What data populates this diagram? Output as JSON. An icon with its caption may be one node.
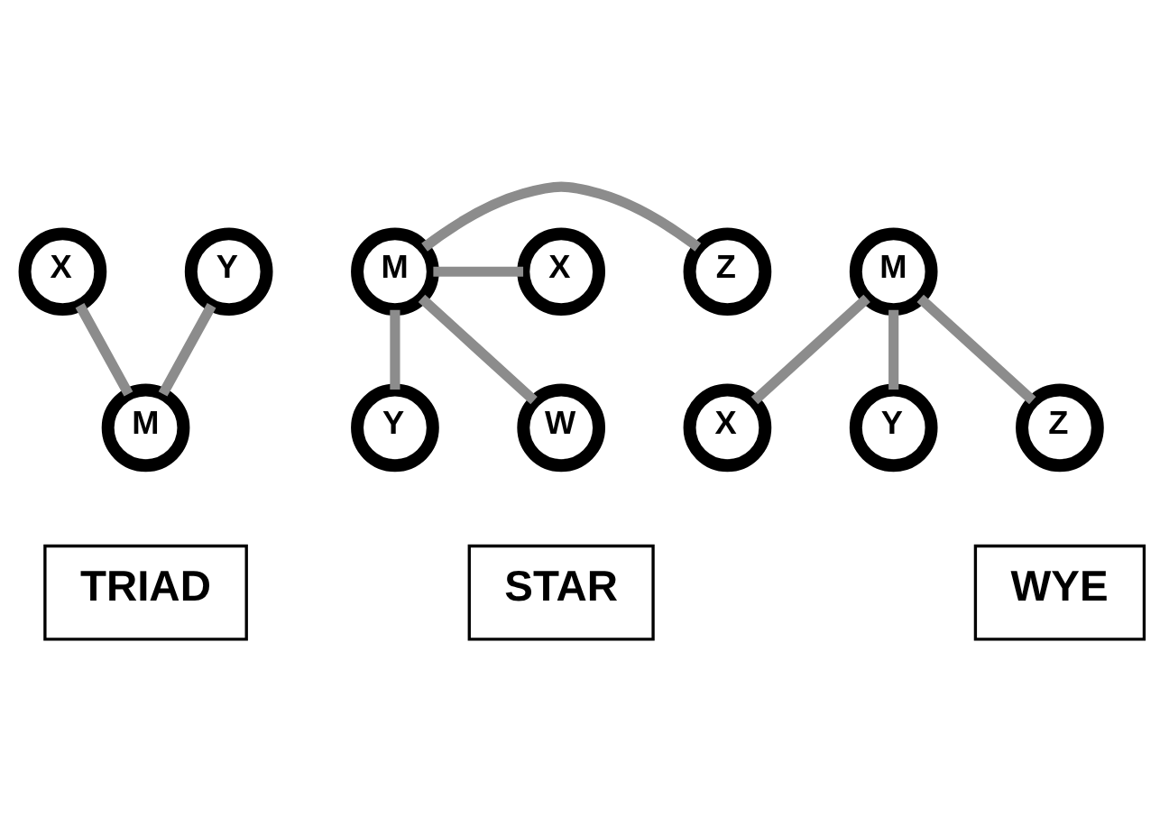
{
  "diagram": {
    "nodes": [
      {
        "text": [
          "X"
        ]
      },
      {
        "text": [
          "Y"
        ]
      },
      {
        "text": [
          "M"
        ]
      },
      {
        "text": [
          "TRIAD"
        ]
      },
      {
        "text": [
          "Y"
        ]
      },
      {
        "text": [
          "M"
        ]
      },
      {
        "text": [
          "Z"
        ]
      },
      {
        "text": [
          "X"
        ]
      },
      {
        "text": [
          "W"
        ]
      },
      {
        "text": [
          "STAR"
        ]
      },
      {
        "text": [
          "X"
        ]
      },
      {
        "text": [
          "Y"
        ]
      },
      {
        "text": [
          "M"
        ]
      },
      {
        "text": [
          "Z"
        ]
      },
      {
        "text": [
          "WYE"
        ]
      }
    ],
    "edges": [
      {
        "from": 0,
        "to": 2,
        "arrow": "none"
      },
      {
        "from": 1,
        "to": 2,
        "arrow": "none"
      },
      {
        "from": 5,
        "to": 4,
        "arrow": "none"
      },
      {
        "from": 5,
        "to": 6,
        "arrow": "none"
      },
      {
        "from": 5,
        "to": 7,
        "arrow": "none"
      },
      {
        "from": 5,
        "to": 8,
        "arrow": "none"
      },
      {
        "from": 12,
        "to": 10,
        "arrow": "none"
      },
      {
        "from": 12,
        "to": 11,
        "arrow": "none"
      },
      {
        "from": 12,
        "to": 13,
        "arrow": "none"
      }
    ]
  }
}
